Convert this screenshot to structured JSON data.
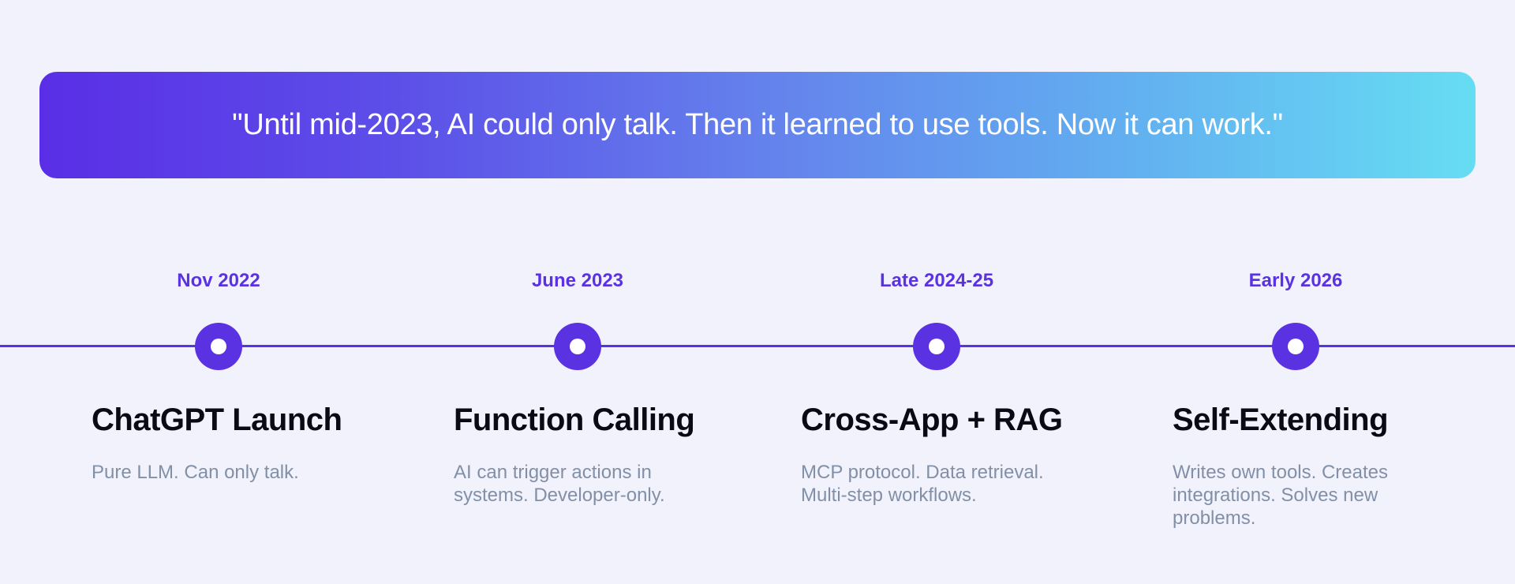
{
  "banner": {
    "quote": "\"Until mid-2023, AI could only talk. Then it learned to use tools. Now it can work.\"",
    "gradient_start": "#5a2ee6",
    "gradient_end": "#66ddf3"
  },
  "timeline": {
    "accent_color": "#5a32e2",
    "milestones": [
      {
        "date": "Nov 2022",
        "title": "ChatGPT Launch",
        "description": "Pure LLM. Can only talk."
      },
      {
        "date": "June 2023",
        "title": "Function Calling",
        "description": "AI can trigger actions in systems. Developer-only."
      },
      {
        "date": "Late 2024-25",
        "title": "Cross-App + RAG",
        "description": "MCP protocol. Data retrieval. Multi-step workflows."
      },
      {
        "date": "Early 2026",
        "title": "Self-Extending",
        "description": "Writes own tools. Creates integrations. Solves new problems."
      }
    ]
  }
}
